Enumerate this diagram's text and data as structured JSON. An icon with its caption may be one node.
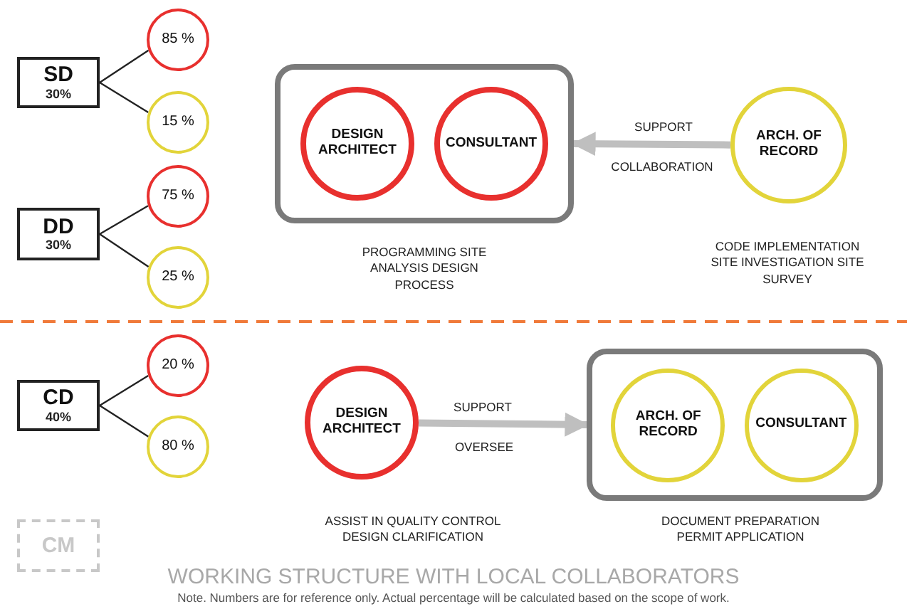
{
  "diagram": {
    "title": "WORKING STRUCTURE WITH LOCAL COLLABORATORS",
    "caption": "Note.  Numbers are for reference only. Actual percentage will be calculated based on the scope of work.",
    "nodes": [
      {
        "text": [
          "SD",
          "30%"
        ]
      },
      {
        "text": [
          "85 %"
        ]
      },
      {
        "text": [
          "15 %"
        ]
      },
      {
        "text": [
          "DD",
          "30%"
        ]
      },
      {
        "text": [
          "75 %"
        ]
      },
      {
        "text": [
          "25 %"
        ]
      },
      {
        "text": [],
        "shape": "box",
        "beside": [
          "PROGRAMMING SITE ANALYSIS DESIGN PROCESS"
        ]
      },
      {
        "text": [
          "DESIGN ARCHITECT"
        ],
        "in": 6
      },
      {
        "text": [
          "CONSULTANT"
        ],
        "in": 6
      },
      {
        "text": [
          "ARCH. OF RECORD"
        ],
        "beside": [
          "CODE IMPLEMENTATION SITE INVESTIGATION SITE SURVEY"
        ]
      },
      {
        "text": [
          "CD",
          "40%"
        ]
      },
      {
        "text": [
          "20 %"
        ]
      },
      {
        "text": [
          "80 %"
        ]
      },
      {
        "text": [
          "DESIGN ARCHITECT"
        ],
        "beside": [
          "ASSIST IN QUALITY CONTROL DESIGN CLARIFICATION"
        ]
      },
      {
        "text": [],
        "shape": "box",
        "beside": [
          "DOCUMENT PREPARATION PERMIT APPLICATION"
        ]
      },
      {
        "text": [
          "ARCH. OF RECORD"
        ],
        "in": 14
      },
      {
        "text": [
          "CONSULTANT"
        ],
        "in": 14
      },
      {
        "text": [
          "CM"
        ]
      }
    ],
    "edges": [
      {
        "from": 0,
        "to": 1,
        "arrow": "none"
      },
      {
        "from": 0,
        "to": 2,
        "arrow": "none"
      },
      {
        "from": 3,
        "to": 4,
        "arrow": "none"
      },
      {
        "from": 3,
        "to": 5,
        "arrow": "none"
      },
      {
        "from": 9,
        "to": 6,
        "arrow": "to",
        "label": "SUPPORT",
        "style": "thick",
        "color": "#bfbfbf"
      },
      {
        "from": 10,
        "to": 11,
        "arrow": "none"
      },
      {
        "from": 10,
        "to": 12,
        "arrow": "none"
      },
      {
        "from": 13,
        "to": 14,
        "arrow": "to",
        "label": "SUPPORT",
        "style": "thick",
        "color": "#bfbfbf"
      }
    ],
    "labels": [
      "COLLABORATION",
      "OVERSEE"
    ]
  }
}
